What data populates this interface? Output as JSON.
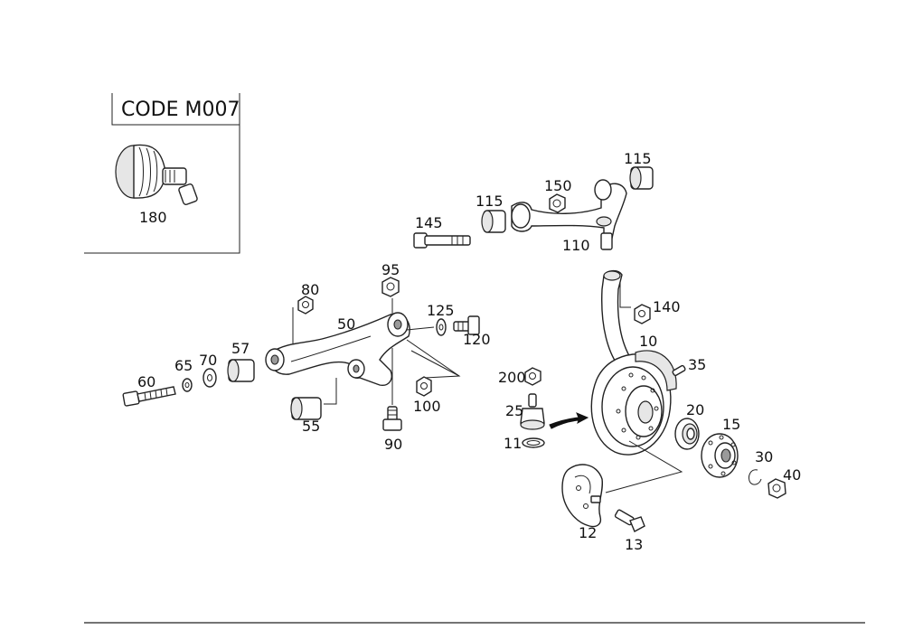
{
  "code_box": {
    "title": "CODE M007"
  },
  "callouts": {
    "c180": "180",
    "c145": "145",
    "c115a": "115",
    "c150": "150",
    "c115b": "115",
    "c110": "110",
    "c95": "95",
    "c80": "80",
    "c125": "125",
    "c120": "120",
    "c50": "50",
    "c57": "57",
    "c70": "70",
    "c65": "65",
    "c60": "60",
    "c55": "55",
    "c100": "100",
    "c90": "90",
    "c140": "140",
    "c10": "10",
    "c35": "35",
    "c200": "200",
    "c25": "25",
    "c11": "11",
    "c20": "20",
    "c15": "15",
    "c30": "30",
    "c40": "40",
    "c12": "12",
    "c13": "13"
  }
}
